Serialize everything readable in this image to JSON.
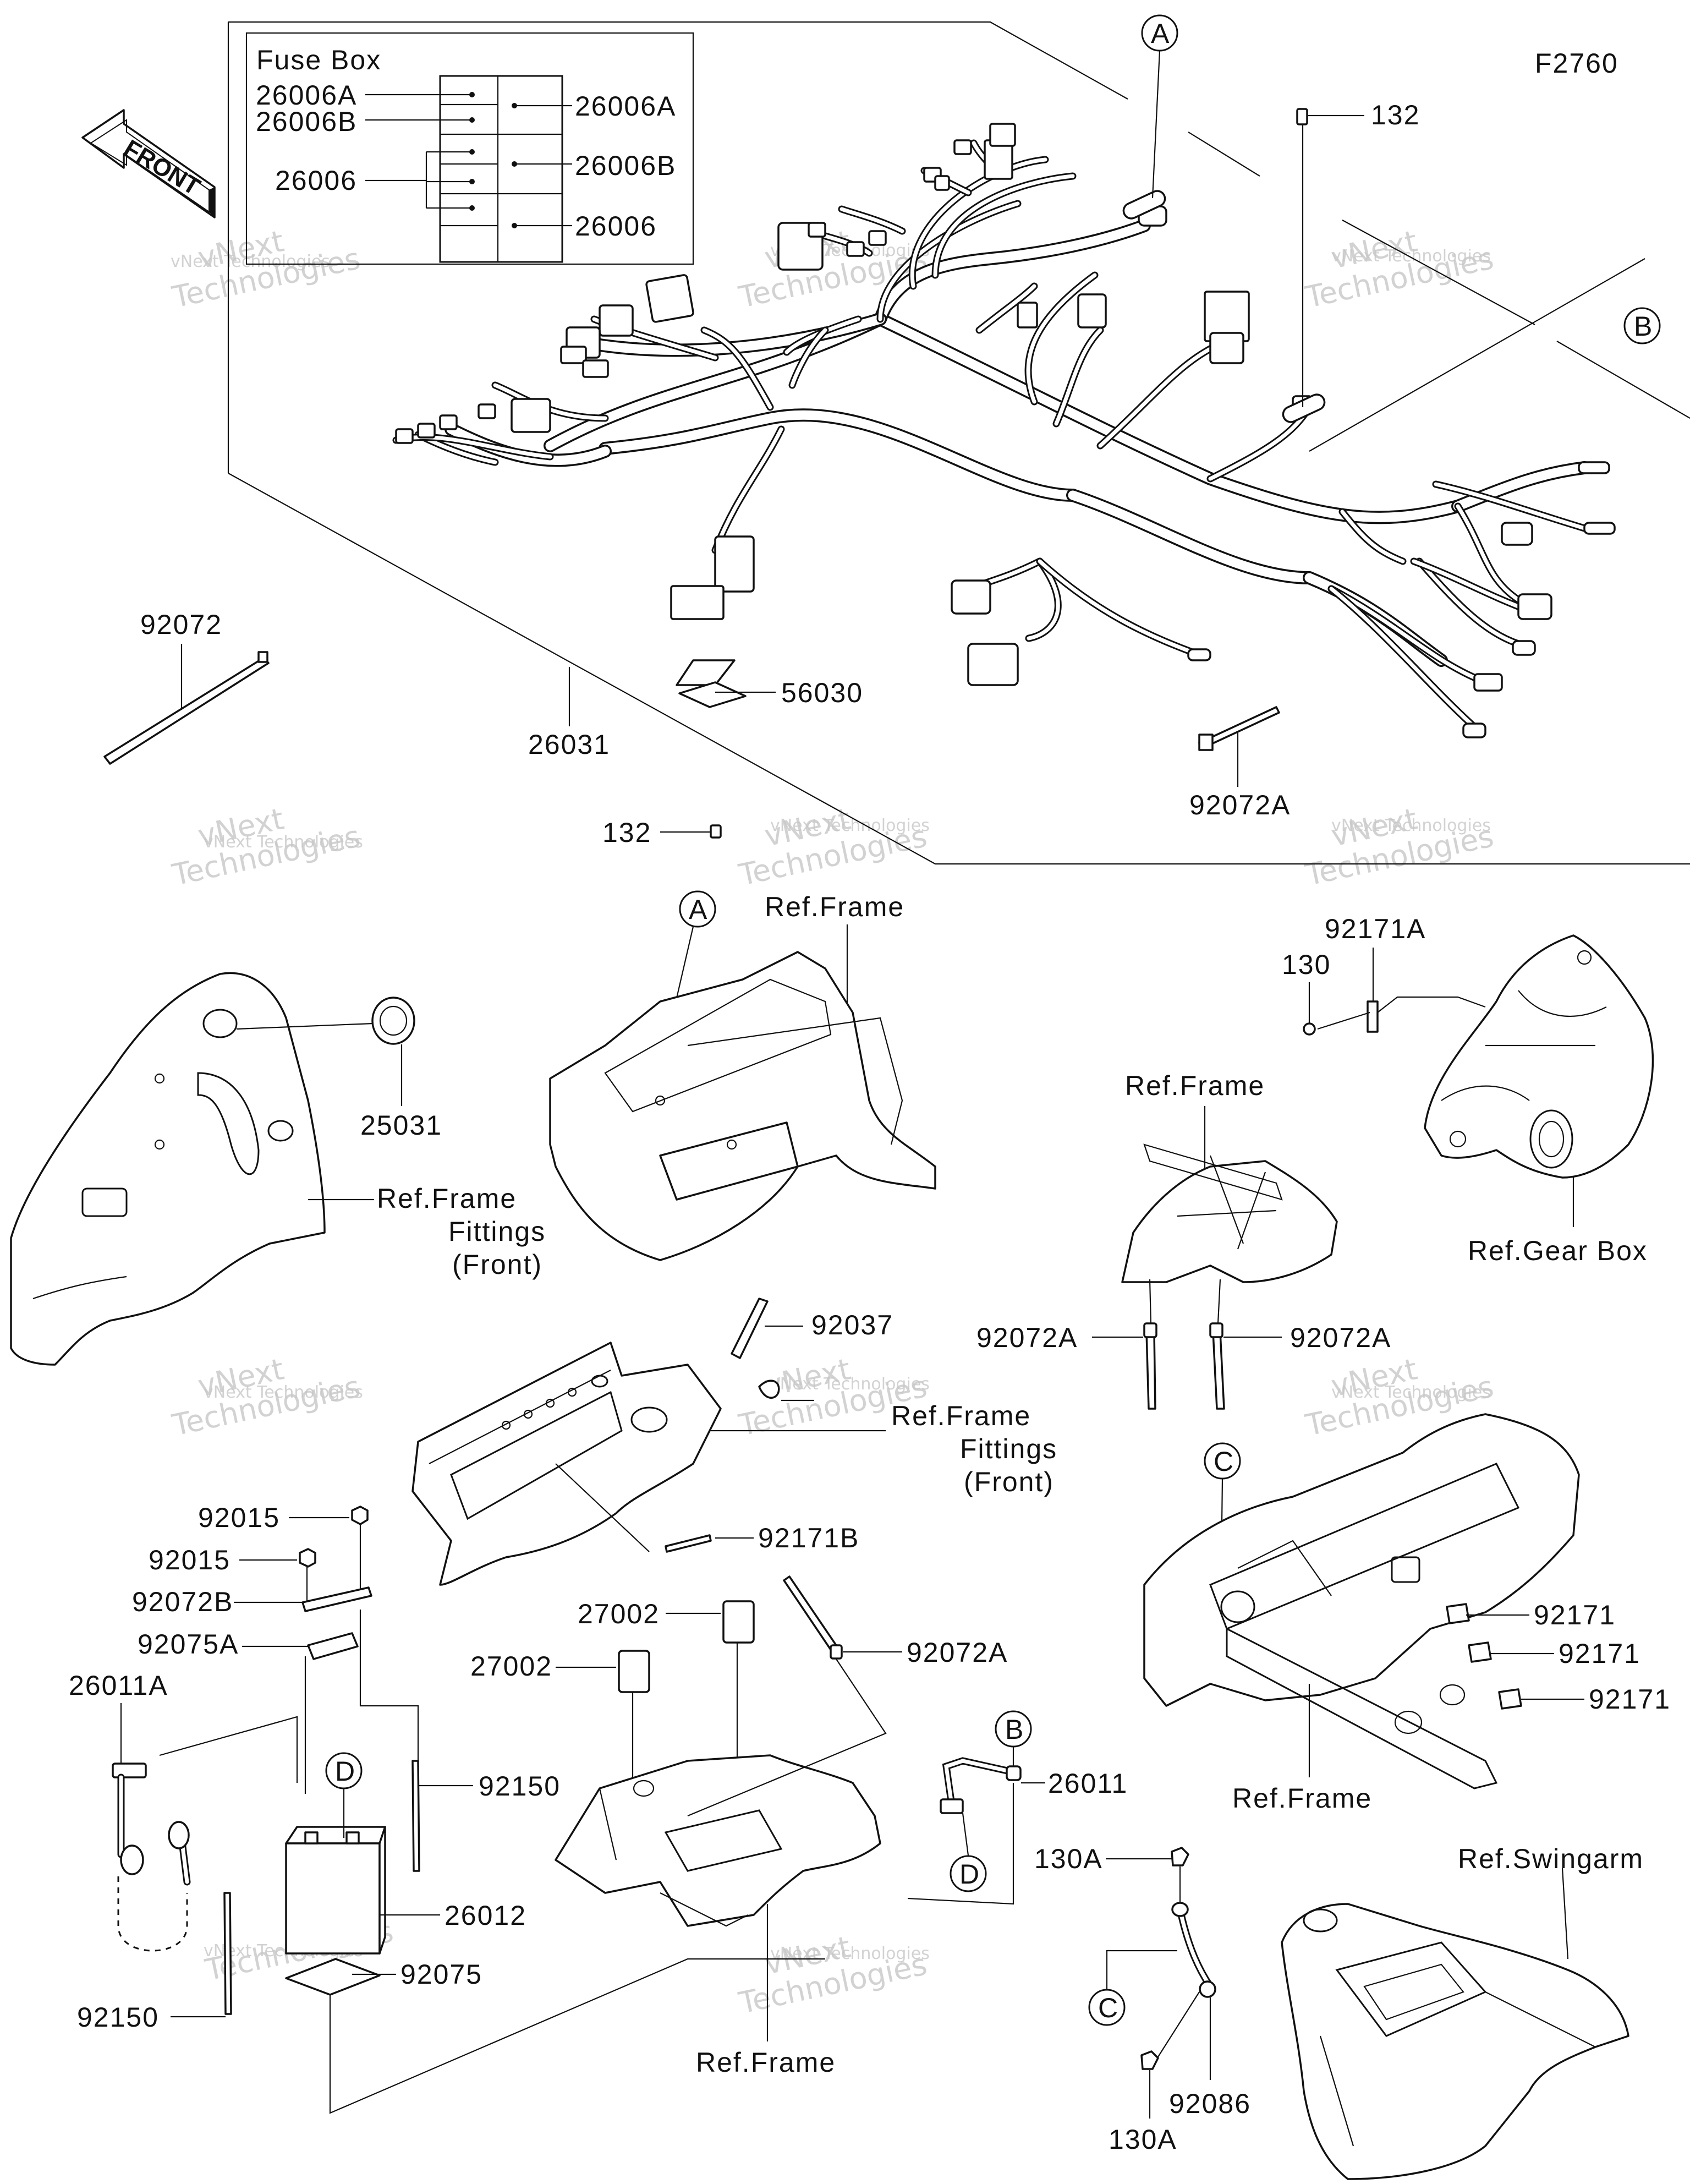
{
  "figure_code": "F2760",
  "front_arrow": {
    "label": "FRONT",
    "icon": "front-direction-arrow-icon"
  },
  "fuse_box": {
    "title": "Fuse Box",
    "left_labels": [
      "26006A",
      "26006B",
      "26006"
    ],
    "right_labels": [
      "26006A",
      "26006B",
      "26006"
    ]
  },
  "callouts": {
    "A_top": "A",
    "B_top": "B",
    "A_frame": "A",
    "B_mid": "B",
    "C_frame": "C",
    "C_bottom": "C",
    "D_batt": "D",
    "D_cable": "D"
  },
  "parts": {
    "p132_top": "132",
    "p26031": "26031",
    "p56030": "56030",
    "p92072": "92072",
    "p92072A_top": "92072A",
    "p132_mid": "132",
    "p25031": "25031",
    "p130": "130",
    "p92171A": "92171A",
    "p92037": "92037",
    "p92171B": "92171B",
    "p92072A_left": "92072A",
    "p92072A_right": "92072A",
    "p92015_a": "92015",
    "p92015_b": "92015",
    "p92072B": "92072B",
    "p92075A": "92075A",
    "p26011A": "26011A",
    "p92150_r": "92150",
    "p26012": "26012",
    "p92075": "92075",
    "p92150_l": "92150",
    "p27002_a": "27002",
    "p27002_b": "27002",
    "p92072A_mid": "92072A",
    "p26011": "26011",
    "p92171_a": "92171",
    "p92171_b": "92171",
    "p92171_c": "92171",
    "p130A_top": "130A",
    "p130A_bot": "130A",
    "p92086": "92086"
  },
  "refs": {
    "frame_top": "Ref.Frame",
    "frame_fittings_1": "Ref.Frame",
    "frame_fittings_1b": "Fittings",
    "frame_fittings_1c": "(Front)",
    "frame_right": "Ref.Frame",
    "gear_box": "Ref.Gear Box",
    "frame_fittings_2": "Ref.Frame",
    "frame_fittings_2b": "Fittings",
    "frame_fittings_2c": "(Front)",
    "frame_c": "Ref.Frame",
    "frame_bottom": "Ref.Frame",
    "swingarm": "Ref.Swingarm"
  },
  "watermark": {
    "line1": "vNext",
    "line2": "Technologies",
    "small": "vNext Technologies"
  }
}
